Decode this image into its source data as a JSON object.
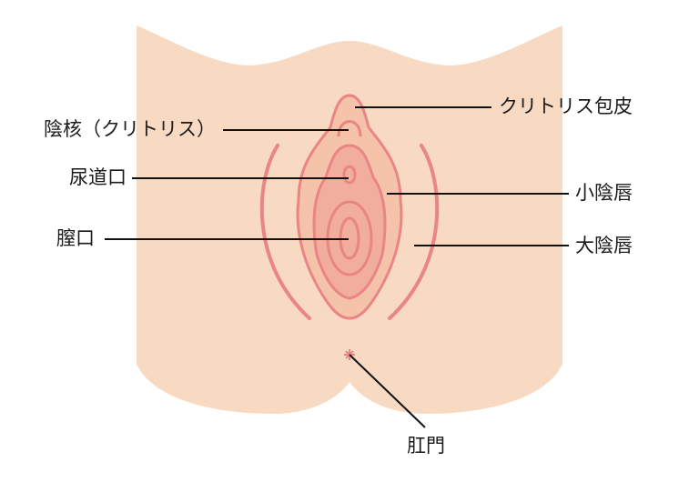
{
  "colors": {
    "skin": "#f8d9c2",
    "outer": "#f4c3aa",
    "inner": "#f1ae9c",
    "line": "#ea8585"
  },
  "labels": {
    "clitoral_hood": "クリトリス包皮",
    "clitoris": "陰核（クリトリス）",
    "urethral_opening": "尿道口",
    "labia_minora": "小陰唇",
    "vaginal_opening": "膣口",
    "labia_majora": "大陰唇",
    "anus": "肛門"
  }
}
